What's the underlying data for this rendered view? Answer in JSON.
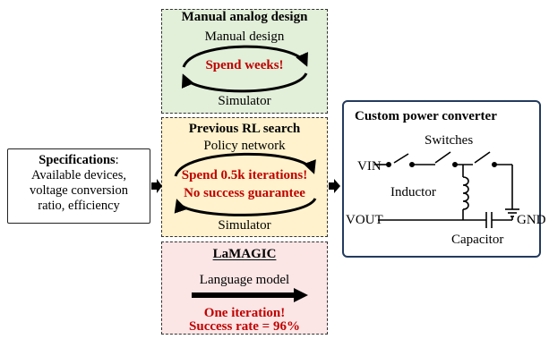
{
  "specifications": {
    "title": "Specifications",
    "colon": ":",
    "lines": [
      "Available devices,",
      "voltage conversion",
      "ratio, efficiency"
    ]
  },
  "manual_panel": {
    "title": "Manual analog design",
    "top_label": "Manual design",
    "cycle_label": "Spend weeks!",
    "bottom_label": "Simulator",
    "fill_color": "#e2efd9"
  },
  "rl_panel": {
    "title": "Previous RL search",
    "top_label": "Policy network",
    "cycle_label_1": "Spend 0.5k iterations!",
    "cycle_label_2": "No success guarantee",
    "bottom_label": "Simulator",
    "fill_color": "#fff2cc"
  },
  "lamagic_panel": {
    "title": "LaMAGIC",
    "model_label": "Language model",
    "result_1": "One iteration!",
    "result_2": "Success rate = 96%",
    "fill_color": "#fbe5e5"
  },
  "converter": {
    "title": "Custom power converter",
    "switches": "Switches",
    "vin": "VIN",
    "inductor": "Inductor",
    "vout": "VOUT",
    "capacitor": "Capacitor",
    "gnd": "GND",
    "border_color": "#233a5e"
  },
  "colors": {
    "emphasis": "#c00000"
  }
}
